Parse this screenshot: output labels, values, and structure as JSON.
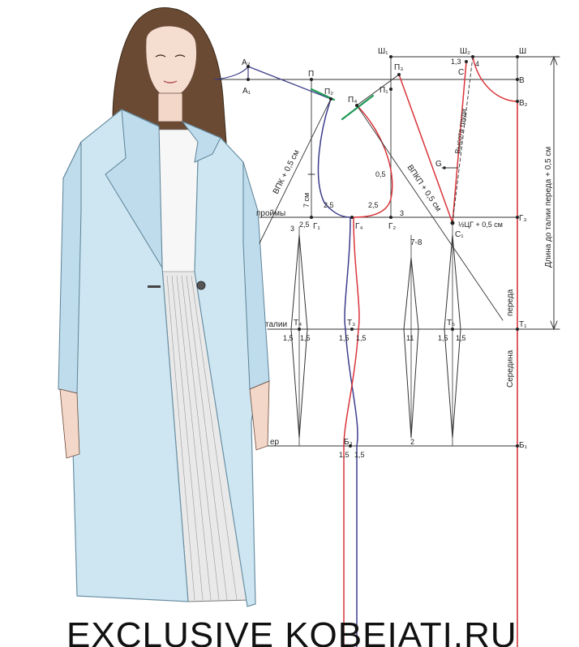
{
  "labels": {
    "sh1": "Ш₁",
    "sh2": "Ш₂",
    "sh": "Ш",
    "n13": "1,3",
    "c": "С",
    "four": "4",
    "a2": "А₂",
    "a1": "А₁",
    "p": "П",
    "p3": "П₃",
    "p2": "П₂",
    "p4": "П₄",
    "p1": "П₁",
    "v": "В",
    "v2": "В₂",
    "g": "G",
    "vpk": "ВПК + 0,5 см",
    "vpkp": "ВПКП + 0,5 см",
    "chest": "Высота груди",
    "side": "Длина до талии переда + 0,5 см",
    "seven_cm": "7 см",
    "n05": "0,5",
    "n25a": "2,5",
    "n25b": "2,5",
    "n25c": "2,5",
    "armhole": "проймы",
    "g1": "Г₁",
    "g4": "Г₄",
    "g2": "Г₂",
    "g3": "Г₃",
    "c1": "С₁",
    "three_a": "3",
    "three_b": "3",
    "half_cg": "½ЦГ + 0,5 см",
    "seven_eight": "7-8",
    "waist": "талии",
    "t4": "Т₄",
    "t3": "Т₃",
    "t5": "Т₅",
    "t1": "Т₁",
    "n15": "1,5",
    "n11": "11",
    "center": "Середина",
    "front": "переда",
    "hip": "ер",
    "b3": "Б₃",
    "b1": "Б₁",
    "two": "2",
    "watermark": "EXCLUSIVE KOBEIATI.RU"
  },
  "colors": {
    "coat": "#cde6f2",
    "coat_shade": "#a9cfe3",
    "red_line": "#d9343a",
    "blue_line": "#3c3d8a",
    "green": "#1f9a55",
    "dark": "#333333"
  }
}
